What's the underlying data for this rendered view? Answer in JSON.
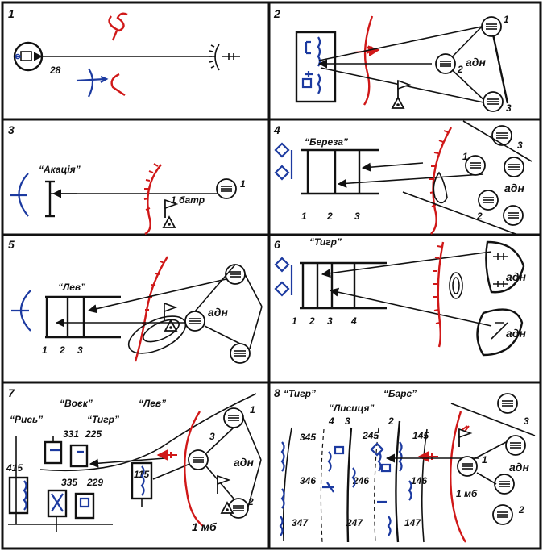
{
  "panels": [
    {
      "number": "1",
      "labels": {
        "range": "28"
      }
    },
    {
      "number": "2",
      "labels": {
        "adn": "адн",
        "gun1": "1",
        "gun2": "2",
        "gun3": "3"
      }
    },
    {
      "number": "3",
      "labels": {
        "name": "“Акація”",
        "batr": "1 батр",
        "gun1": "1"
      }
    },
    {
      "number": "4",
      "labels": {
        "name": "“Береза”",
        "adn": "адн",
        "col1": "1",
        "col2": "2",
        "col3": "3",
        "gun1": "1",
        "gun2": "2",
        "gun3": "3"
      }
    },
    {
      "number": "5",
      "labels": {
        "name": "“Лев”",
        "adn": "адн",
        "col1": "1",
        "col2": "2",
        "col3": "3"
      }
    },
    {
      "number": "6",
      "labels": {
        "name": "“Тигр”",
        "adn": "адн",
        "col1": "1",
        "col2": "2",
        "col3": "3",
        "col4": "4"
      }
    },
    {
      "number": "7",
      "labels": {
        "voek": "“Воєк”",
        "lev": "“Лев”",
        "rys": "“Рись”",
        "tygr": "“Тигр”",
        "n331": "331",
        "n225": "225",
        "n335": "335",
        "n229": "229",
        "n115": "115",
        "n415": "415",
        "adn": "адн",
        "mb": "1 мб",
        "gun1": "1",
        "gun2": "2",
        "gun3": "3"
      }
    },
    {
      "number": "8",
      "labels": {
        "tygr": "“Тигр”",
        "bars": "“Барс”",
        "lysytsia": "“Лисиця”",
        "n345": "345",
        "n245": "245",
        "n145": "145",
        "n346": "346",
        "n246": "246",
        "n146": "146",
        "n347": "347",
        "n247": "247",
        "n147": "147",
        "col4": "4",
        "col3": "3",
        "col2": "2",
        "adn": "адн",
        "mb": "1 мб",
        "gun1": "1",
        "gun2": "2",
        "gun3": "3"
      }
    }
  ],
  "colors": {
    "ink": "#111111",
    "red": "#d01818",
    "blue": "#1c3aa0",
    "paper": "#ffffff"
  },
  "icons": [
    "artillery-gun-circle-icon",
    "observation-post-icon",
    "radar-station-icon",
    "flag-icon",
    "command-post-icon"
  ]
}
